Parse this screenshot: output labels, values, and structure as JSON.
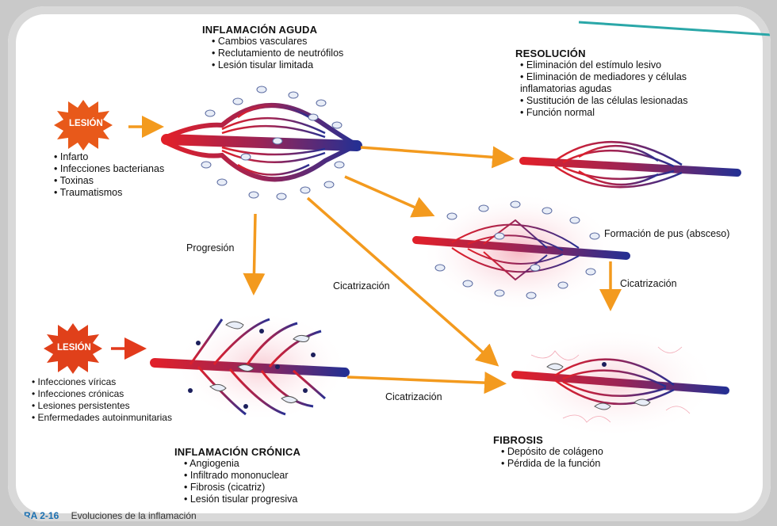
{
  "acute": {
    "title": "INFLAMACIÓN AGUDA",
    "items": [
      "Cambios vasculares",
      "Reclutamiento de neutrófilos",
      "Lesión tisular limitada"
    ]
  },
  "injury_top": {
    "badge": "LESIÓN",
    "causes": [
      "Infarto",
      "Infecciones bacterianas",
      "Toxinas",
      "Traumatismos"
    ]
  },
  "injury_bottom": {
    "badge": "LESIÓN",
    "causes": [
      "Infecciones víricas",
      "Infecciones crónicas",
      "Lesiones persistentes",
      "Enfermedades autoinmunitarias"
    ]
  },
  "resolution": {
    "title": "RESOLUCIÓN",
    "items": [
      "Eliminación del estímulo lesivo",
      "Eliminación de mediadores y células inflamatorias agudas",
      "Sustitución de las células lesionadas",
      "Función normal"
    ]
  },
  "abscess_label": "Formación de pus (absceso)",
  "chronic": {
    "title": "INFLAMACIÓN CRÓNICA",
    "items": [
      "Angiogenia",
      "Infiltrado mononuclear",
      "Fibrosis (cicatriz)",
      "Lesión tisular progresiva"
    ]
  },
  "fibrosis": {
    "title": "FIBROSIS",
    "items": [
      "Depósito de colágeno",
      "Pérdida de la función"
    ]
  },
  "arrows": {
    "progression": "Progresión",
    "scar_center": "Cicatrización",
    "scar_right": "Cicatrización",
    "scar_bottom": "Cicatrización"
  },
  "caption": {
    "figure": "RA 2-16",
    "text": "Evoluciones de la inflamación"
  },
  "colors": {
    "artery": "#d8232a",
    "vein": "#2a2f8f",
    "arrow": "#f39a1e",
    "badge": "#e64a12"
  }
}
